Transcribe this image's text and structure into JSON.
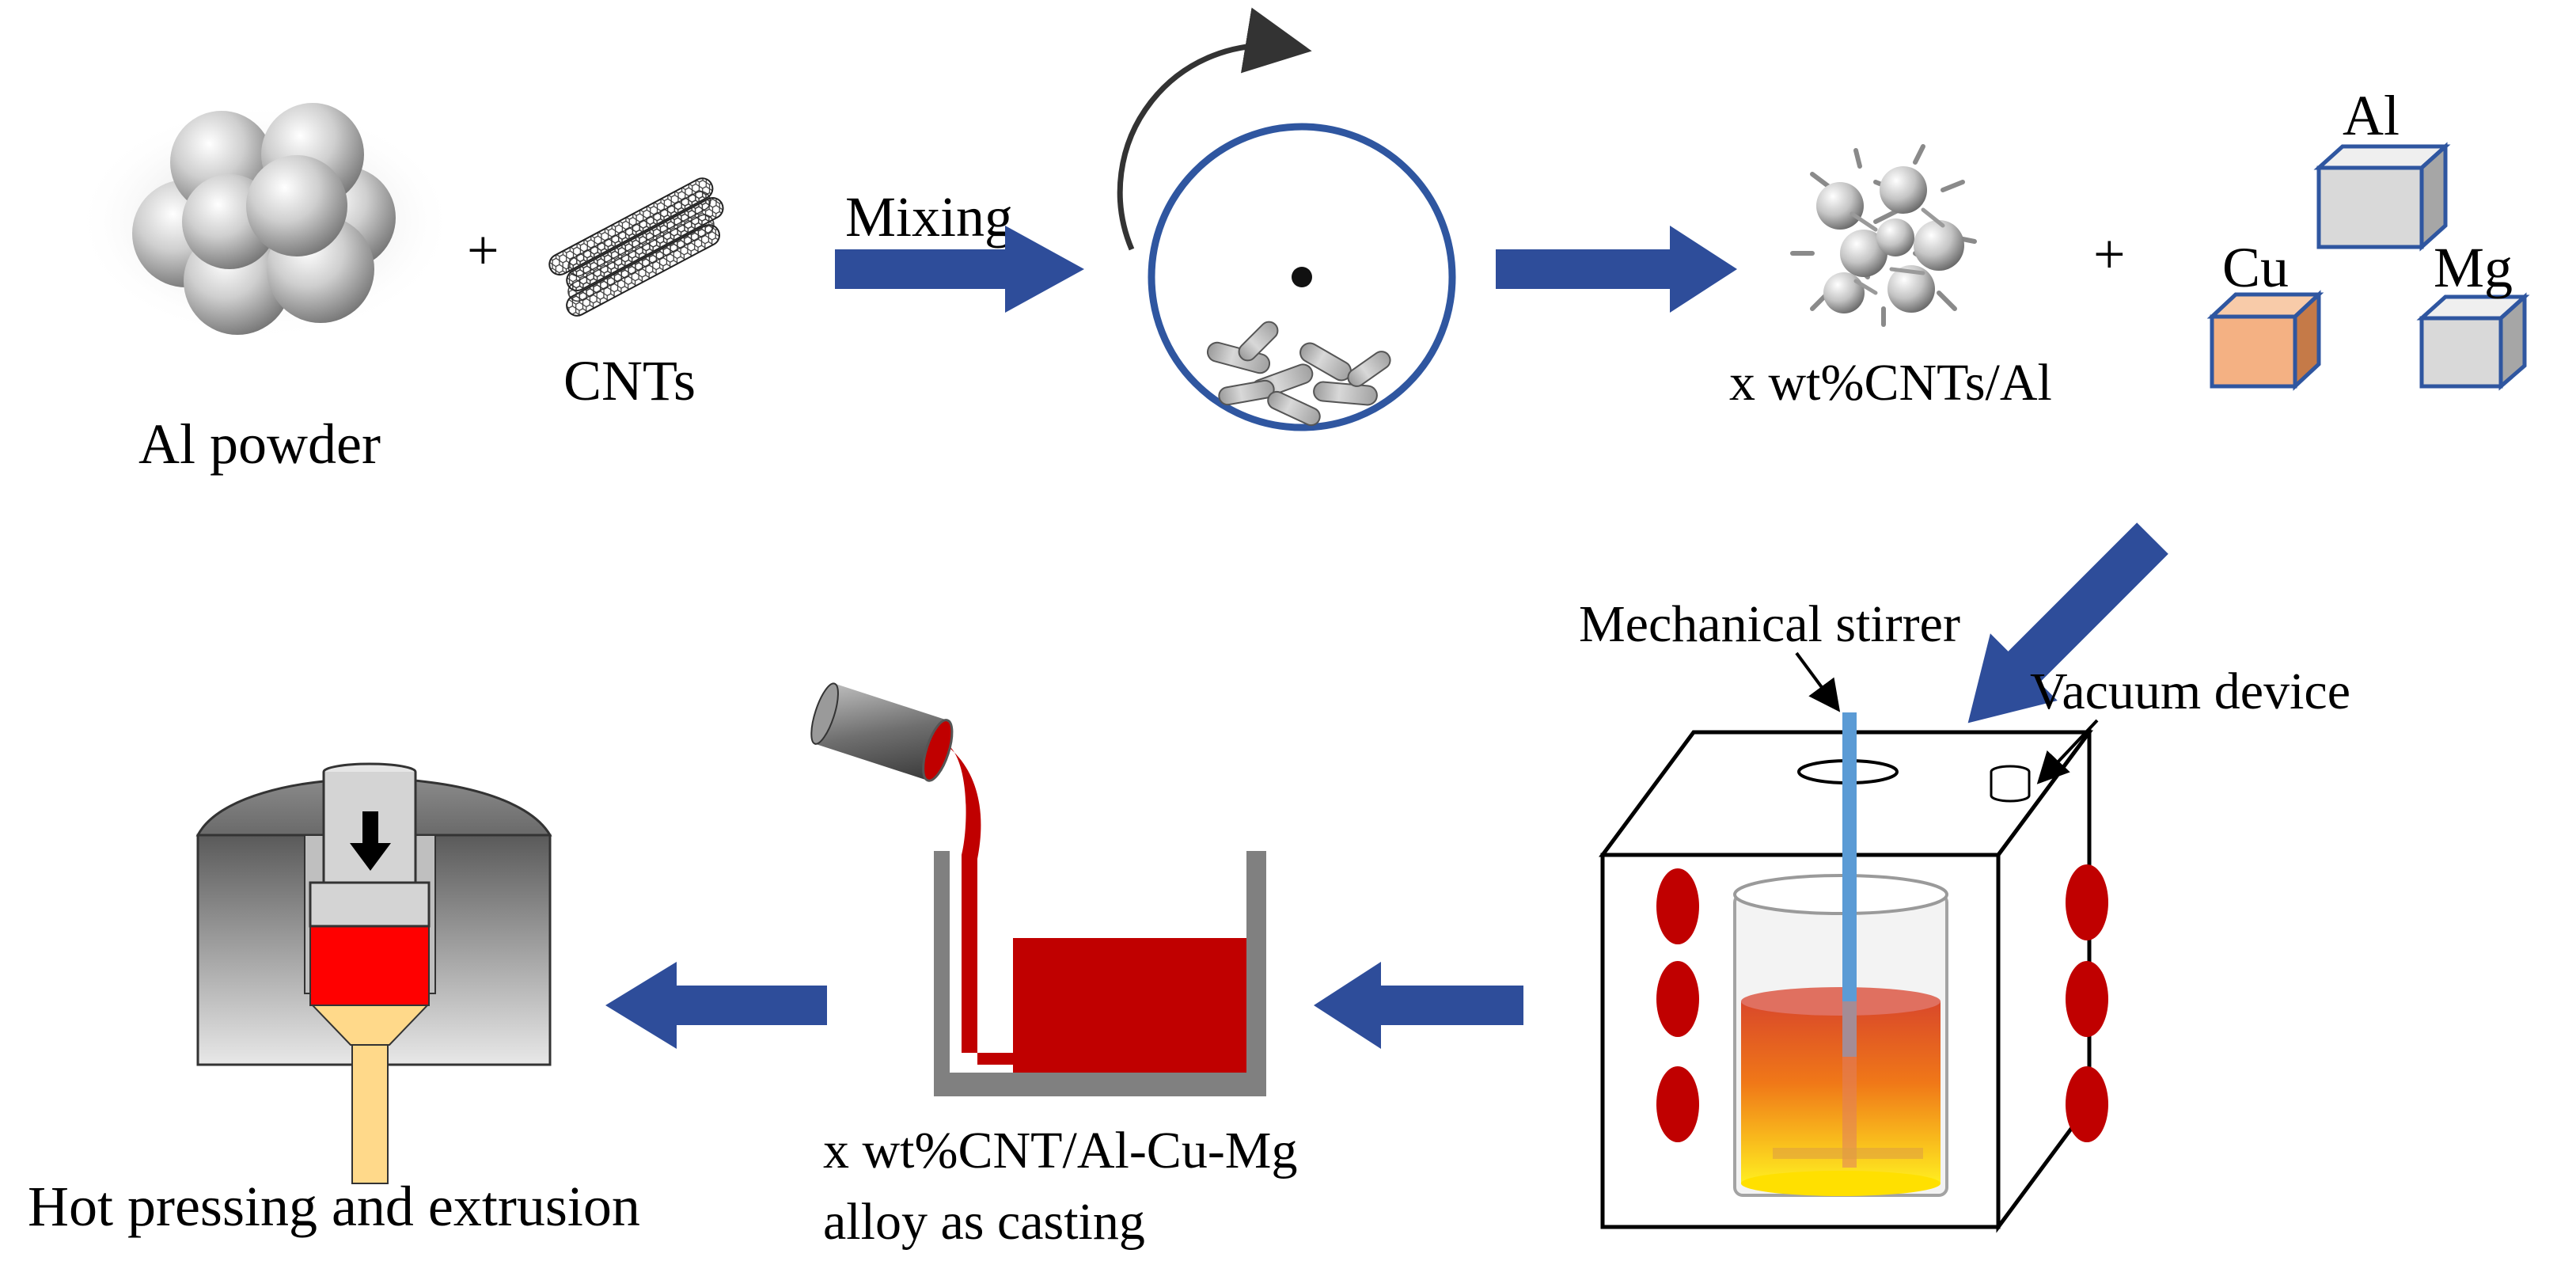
{
  "labels": {
    "al_powder": "Al powder",
    "plus_1": "+",
    "cnts": "CNTs",
    "mixing": "Mixing",
    "cnts_al": "x wt%CNTs/Al",
    "plus_2": "+",
    "al": "Al",
    "cu": "Cu",
    "mg": "Mg",
    "mechanical_stirrer": "Mechanical stirrer",
    "vacuum_device": "Vacuum device",
    "casting_line1": "x wt%CNT/Al-Cu-Mg",
    "casting_line2": "alloy as casting",
    "hot_pressing": "Hot pressing and extrusion"
  },
  "colors": {
    "arrow_blue": "#2e4d9a",
    "ring_blue": "#2f56a0",
    "stirrer_blue": "#5b9bd5",
    "heater_red": "#c00000",
    "melt_red": "#c00000",
    "billet_red": "#ff0000",
    "cu_orange": "#f4b183",
    "metal_gray": "#d9d9d9",
    "die_gray": "#7f7f7f",
    "rod_tan": "#ffd98a"
  },
  "icons": {
    "al_powder": "sphere-cluster-icon",
    "cnts": "nanotube-bundle-icon",
    "ball_mill": "ball-mill-icon",
    "composite_powder": "coated-particle-icon",
    "furnace": "furnace-icon",
    "ladle": "ladle-icon",
    "die": "extrusion-die-icon"
  }
}
